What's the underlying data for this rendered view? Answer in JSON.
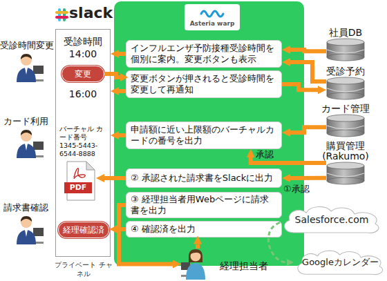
{
  "diagram": {
    "nodes": [
      {
        "text": [
          "Asteria warp"
        ]
      },
      {
        "text": [
          "インフルエンザ予防接種受診時間を個別に案内。変更ボタンも表示"
        ],
        "in": 0
      },
      {
        "text": [
          "変更ボタンが押されると受診時間を変更して再通知"
        ],
        "in": 0
      },
      {
        "text": [
          "申請額に近い上限額のバーチャルカードの番号を出力"
        ],
        "in": 0
      },
      {
        "text": [
          "② 承認された請求書をSlackに出力"
        ],
        "in": 0
      },
      {
        "text": [
          "③ 経理担当者用Webページに請求書を出力"
        ],
        "in": 0
      },
      {
        "text": [
          "④ 確認済を出力"
        ],
        "in": 0
      },
      {
        "text": [
          "受診時間 14:00",
          "16:00",
          "バーチャル カード番号 1345-5443- 6544-8888",
          "プライベート チャネル"
        ]
      },
      {
        "text": [
          "変更"
        ],
        "in": 7
      },
      {
        "text": [
          "PDF"
        ],
        "in": 7
      },
      {
        "text": [
          "経理確認済"
        ],
        "in": 7
      },
      {
        "text": [
          "社員DB"
        ]
      },
      {
        "text": [
          "受診予約"
        ]
      },
      {
        "text": [
          "カード管理"
        ]
      },
      {
        "text": [
          "購買管理 (Rakumo)"
        ]
      },
      {
        "text": [
          "Salesforce.com"
        ]
      },
      {
        "text": [
          "Googleカレンダー"
        ]
      },
      {
        "text": [
          "経理担当者"
        ]
      }
    ],
    "edges": [
      {
        "from": 11,
        "to": 1,
        "arrow": "to"
      },
      {
        "from": 12,
        "to": 1,
        "arrow": "to"
      },
      {
        "from": 1,
        "to": 7,
        "arrow": "to"
      },
      {
        "from": 8,
        "to": 2,
        "arrow": "to"
      },
      {
        "from": 2,
        "to": 7,
        "arrow": "to"
      },
      {
        "from": 2,
        "to": 12,
        "arrow": "to"
      },
      {
        "from": 13,
        "to": 3,
        "arrow": "to"
      },
      {
        "from": 14,
        "to": 3,
        "label": "承認",
        "arrow": "to"
      },
      {
        "from": 3,
        "to": 7,
        "arrow": "to"
      },
      {
        "from": 14,
        "to": 4,
        "label": "①承認",
        "arrow": "to"
      },
      {
        "from": 4,
        "to": 9,
        "arrow": "to"
      },
      {
        "from": 5,
        "to": 17,
        "arrow": "to"
      },
      {
        "from": 17,
        "to": 6,
        "arrow": "to"
      },
      {
        "from": 6,
        "to": 10,
        "arrow": "to"
      },
      {
        "from": 15,
        "to": 16,
        "arrow": "to"
      }
    ],
    "labels": [
      "slack",
      "受診時間変更",
      "カード利用",
      "請求書確認"
    ]
  }
}
